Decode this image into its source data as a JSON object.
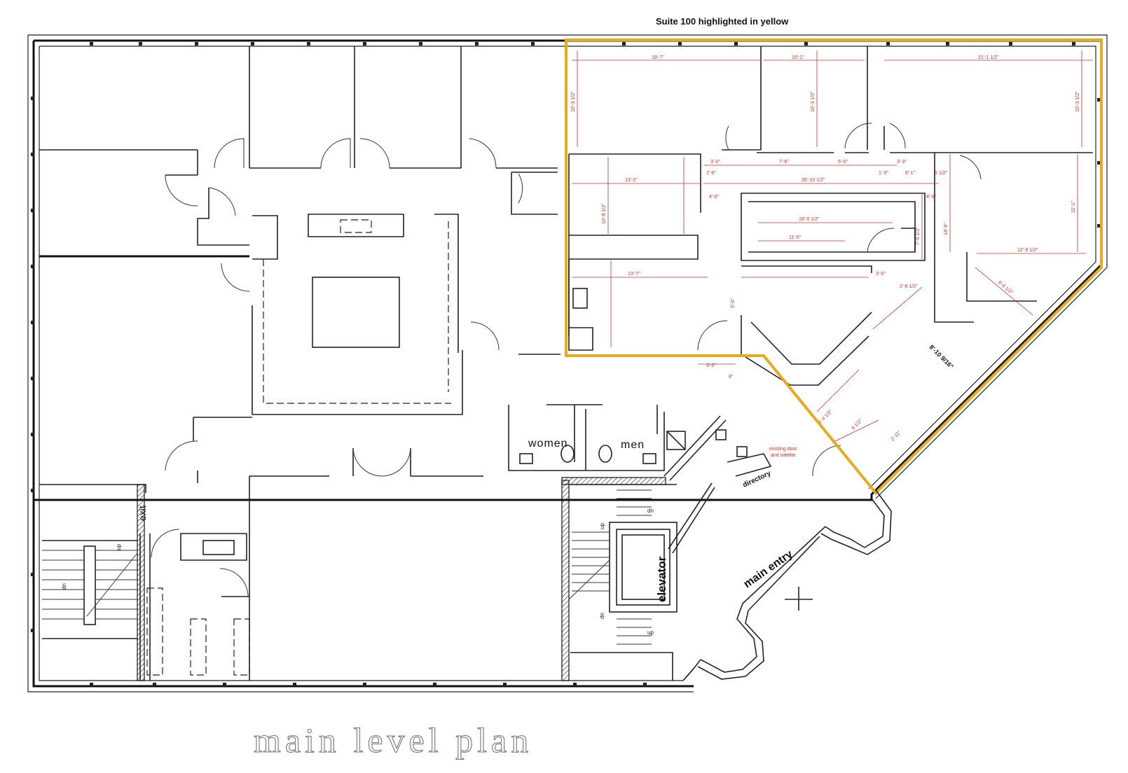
{
  "header": {
    "note": "Suite 100 highlighted in yellow"
  },
  "footer": {
    "title": "main level plan"
  },
  "rooms": {
    "women": "women",
    "men": "men",
    "exit": "exit",
    "elevator": "elevator",
    "directory": "directory",
    "main_entry": "main entry",
    "existing_door": "existing door",
    "and_sidelite": "and sidelite"
  },
  "stairs": {
    "up_1": "up",
    "dn_1": "dn",
    "up_2": "up",
    "dn_2": "dn",
    "up_3": "up",
    "dn_3": "dn"
  },
  "dimensions": {
    "d1": "19'-7\"",
    "d2": "10'-1\"",
    "d3": "21'-1 1/2\"",
    "d4": "10'-3 1/2\"",
    "d5": "10'-3 1/2\"",
    "d6": "10'-3 1/2\"",
    "d7": "3'-0\"",
    "d8": "7'-6\"",
    "d9": "5'-0\"",
    "d10": "3'-3\"",
    "d11": "13'-2\"",
    "d12": "1'-6\"",
    "d13": "26'-10 1/2\"",
    "d14": "1'-3\"",
    "d15": "6'-1\"",
    "d16": "5 1/2\"",
    "d17": "4'-0\"",
    "d18": "4'-0\"",
    "d19": "10'-8 1/2\"",
    "d20": "18'-0 1/2\"",
    "d21": "11'-5\"",
    "d22": "7'-0 1/2\"",
    "d23": "14'-6\"",
    "d24": "11'-1\"",
    "d25": "12'-9 1/2\"",
    "d26": "13'-7\"",
    "d27": "3'-0\"",
    "d28": "2'-6 1/2\"",
    "d29": "9'-0 1/2\"",
    "d30": "3'-0\"",
    "d31": "6\"",
    "d32": "8'-10 9/16\"",
    "d33": "5'-4 1/2\"",
    "d34": "9 1/2\"",
    "d35": "2'-11\"",
    "d36": "5'-0\""
  },
  "colors": {
    "suite_outline": "#e8aa1e",
    "dimension": "#d42a2a",
    "wall": "#111111"
  }
}
